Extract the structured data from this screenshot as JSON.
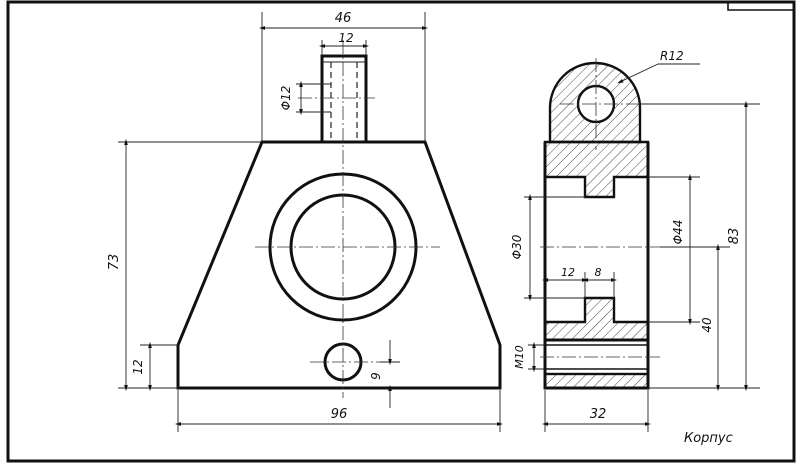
{
  "colors": {
    "ink": "#111111",
    "paper": "#ffffff"
  },
  "drawing": {
    "part_name": "Корпус",
    "dimensions": {
      "top_width": "46",
      "boss_width": "12",
      "boss_hole_dia": "Φ12",
      "overall_height": "73",
      "base_height": "12",
      "base_width": "96",
      "small_hole_offset": "9",
      "radius": "R12",
      "bore_dia": "Φ30",
      "counterbore_dia": "Φ44",
      "total_height": "83",
      "axis_height": "40",
      "step_width": "12",
      "slot_width": "8",
      "thread": "M10",
      "side_width": "32"
    }
  }
}
